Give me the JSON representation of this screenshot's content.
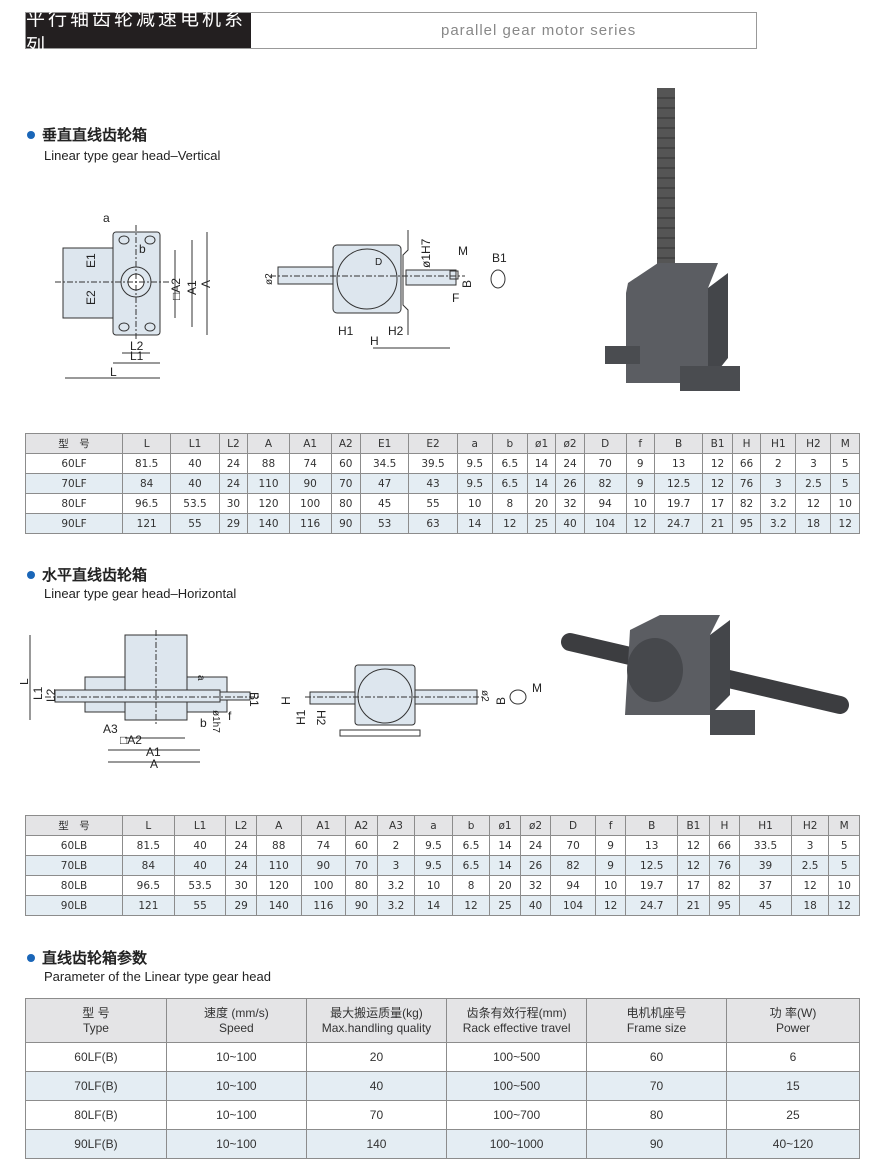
{
  "header": {
    "title_cn": "平行轴齿轮减速电机系列",
    "title_en": "parallel gear motor series"
  },
  "section1": {
    "title": "垂直直线齿轮箱",
    "subtitle": "Linear type gear head–Vertical",
    "labels": [
      "a",
      "b",
      "E1",
      "E2",
      "□A2",
      "A1",
      "A",
      "L2",
      "L1",
      "L",
      "ø2",
      "D",
      "ø1H7",
      "M",
      "B",
      "F",
      "B1",
      "H1",
      "H",
      "H2"
    ]
  },
  "table1": {
    "rows": [
      [
        "型　号",
        "L",
        "L1",
        "L2",
        "A",
        "A1",
        "A2",
        "E1",
        "E2",
        "a",
        "b",
        "ø1",
        "ø2",
        "D",
        "f",
        "B",
        "B1",
        "H",
        "H1",
        "H2",
        "M"
      ],
      [
        "60LF",
        "81.5",
        "40",
        "24",
        "88",
        "74",
        "60",
        "34.5",
        "39.5",
        "9.5",
        "6.5",
        "14",
        "24",
        "70",
        "9",
        "13",
        "12",
        "66",
        "2",
        "3",
        "5"
      ],
      [
        "70LF",
        "84",
        "40",
        "24",
        "110",
        "90",
        "70",
        "47",
        "43",
        "9.5",
        "6.5",
        "14",
        "26",
        "82",
        "9",
        "12.5",
        "12",
        "76",
        "3",
        "2.5",
        "5"
      ],
      [
        "80LF",
        "96.5",
        "53.5",
        "30",
        "120",
        "100",
        "80",
        "45",
        "55",
        "10",
        "8",
        "20",
        "32",
        "94",
        "10",
        "19.7",
        "17",
        "82",
        "3.2",
        "12",
        "10"
      ],
      [
        "90LF",
        "121",
        "55",
        "29",
        "140",
        "116",
        "90",
        "53",
        "63",
        "14",
        "12",
        "25",
        "40",
        "104",
        "12",
        "24.7",
        "21",
        "95",
        "3.2",
        "18",
        "12"
      ]
    ]
  },
  "section2": {
    "title": "水平直线齿轮箱",
    "subtitle": "Linear type gear head–Horizontal",
    "labels": [
      "L",
      "L1",
      "L2",
      "a",
      "B1",
      "b",
      "ø1h7",
      "f",
      "A3",
      "□A2",
      "A1",
      "A",
      "H",
      "H1",
      "H2",
      "ø2",
      "B",
      "M"
    ]
  },
  "table2": {
    "rows": [
      [
        "型　号",
        "L",
        "L1",
        "L2",
        "A",
        "A1",
        "A2",
        "A3",
        "a",
        "b",
        "ø1",
        "ø2",
        "D",
        "f",
        "B",
        "B1",
        "H",
        "H1",
        "H2",
        "M"
      ],
      [
        "60LB",
        "81.5",
        "40",
        "24",
        "88",
        "74",
        "60",
        "2",
        "9.5",
        "6.5",
        "14",
        "24",
        "70",
        "9",
        "13",
        "12",
        "66",
        "33.5",
        "3",
        "5"
      ],
      [
        "70LB",
        "84",
        "40",
        "24",
        "110",
        "90",
        "70",
        "3",
        "9.5",
        "6.5",
        "14",
        "26",
        "82",
        "9",
        "12.5",
        "12",
        "76",
        "39",
        "2.5",
        "5"
      ],
      [
        "80LB",
        "96.5",
        "53.5",
        "30",
        "120",
        "100",
        "80",
        "3.2",
        "10",
        "8",
        "20",
        "32",
        "94",
        "10",
        "19.7",
        "17",
        "82",
        "37",
        "12",
        "10"
      ],
      [
        "90LB",
        "121",
        "55",
        "29",
        "140",
        "116",
        "90",
        "3.2",
        "14",
        "12",
        "25",
        "40",
        "104",
        "12",
        "24.7",
        "21",
        "95",
        "45",
        "18",
        "12"
      ]
    ]
  },
  "section3": {
    "title": "直线齿轮箱参数",
    "subtitle": "Parameter of the Linear type gear head"
  },
  "table3": {
    "headers": [
      [
        "型 号",
        "Type"
      ],
      [
        "速度 (mm/s)",
        "Speed"
      ],
      [
        "最大搬运质量(kg)",
        "Max.handling quality"
      ],
      [
        "齿条有效行程(mm)",
        "Rack effective travel"
      ],
      [
        "电机机座号",
        "Frame size"
      ],
      [
        "功 率(W)",
        "Power"
      ]
    ],
    "rows": [
      [
        "60LF(B)",
        "10~100",
        "20",
        "100~500",
        "60",
        "6"
      ],
      [
        "70LF(B)",
        "10~100",
        "40",
        "100~500",
        "70",
        "15"
      ],
      [
        "80LF(B)",
        "10~100",
        "70",
        "100~700",
        "80",
        "25"
      ],
      [
        "90LF(B)",
        "10~100",
        "140",
        "100~1000",
        "90",
        "40~120"
      ]
    ]
  },
  "colors": {
    "accent": "#1a66b8",
    "header_bg": "#231f20",
    "row_alt": "#e4edf3",
    "drawing_fill": "#dde6ee"
  }
}
